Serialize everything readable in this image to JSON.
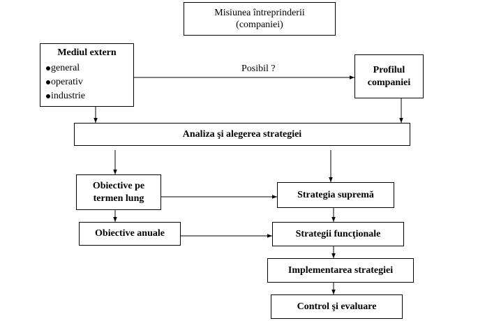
{
  "nodes": {
    "misiunea": [
      "Misiunea întreprinderii",
      "(companiei)"
    ],
    "mediul_extern": {
      "title": "Mediul extern",
      "items": [
        "general",
        "operativ",
        "industrie"
      ]
    },
    "profilul": [
      "Profilul",
      "companiei"
    ],
    "analiza": "Analiza şi alegerea strategiei",
    "obiective_lung": [
      "Obiective pe",
      "termen lung"
    ],
    "obiective_anuale": "Obiective anuale",
    "strategia_suprema": "Strategia supremă",
    "strategii_functionale": "Strategii funcţionale",
    "implementarea": "Implementarea strategiei",
    "control": "Control şi evaluare"
  },
  "edges": {
    "posibil_label": "Posibil ?"
  }
}
